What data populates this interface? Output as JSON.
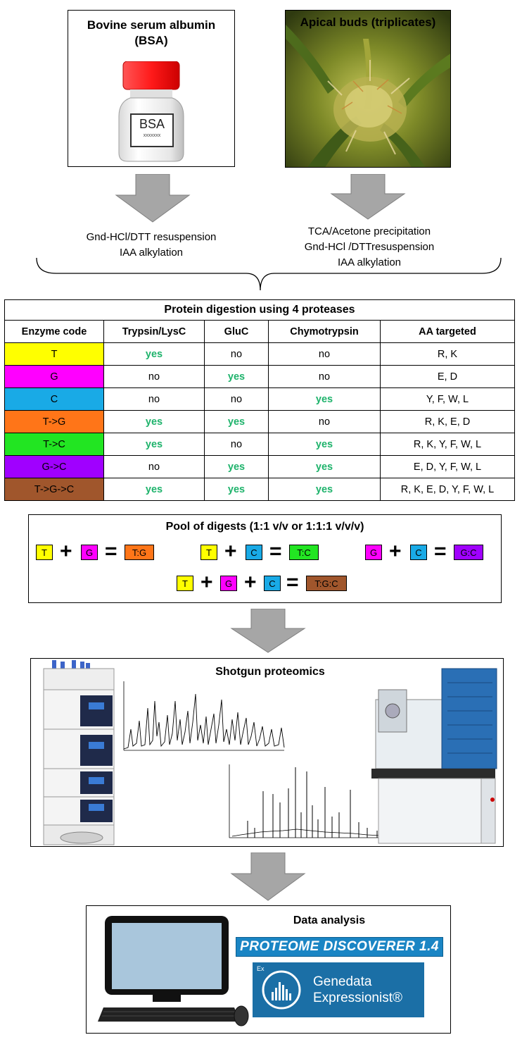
{
  "bsa_box": {
    "title_line1": "Bovine serum albumin",
    "title_line2": "(BSA)",
    "bottle_label": "BSA",
    "bottle_sublabel": "xxxxxxx"
  },
  "buds_box": {
    "title": "Apical buds (triplicates)"
  },
  "bsa_steps": [
    "Gnd-HCl/DTT resuspension",
    "IAA alkylation"
  ],
  "buds_steps": [
    "TCA/Acetone precipitation",
    "Gnd-HCl /DTTresuspension",
    "IAA alkylation"
  ],
  "digestion": {
    "caption": "Protein digestion using 4 proteases",
    "headers": [
      "Enzyme code",
      "Trypsin/LysC",
      "GluC",
      "Chymotrypsin",
      "AA targeted"
    ],
    "rows": [
      {
        "code": "T",
        "color": "#ffff00",
        "trypsin": "yes",
        "gluc": "no",
        "chymo": "no",
        "aa": "R, K"
      },
      {
        "code": "G",
        "color": "#ff00ff",
        "trypsin": "no",
        "gluc": "yes",
        "chymo": "no",
        "aa": "E, D"
      },
      {
        "code": "C",
        "color": "#19aae6",
        "trypsin": "no",
        "gluc": "no",
        "chymo": "yes",
        "aa": "Y, F, W, L"
      },
      {
        "code": "T->G",
        "color": "#ff7518",
        "trypsin": "yes",
        "gluc": "yes",
        "chymo": "no",
        "aa": "R, K, E, D"
      },
      {
        "code": "T->C",
        "color": "#22e522",
        "trypsin": "yes",
        "gluc": "no",
        "chymo": "yes",
        "aa": "R, K, Y, F, W, L"
      },
      {
        "code": "G->C",
        "color": "#a000ff",
        "trypsin": "no",
        "gluc": "yes",
        "chymo": "yes",
        "aa": "E, D, Y, F, W, L"
      },
      {
        "code": "T->G->C",
        "color": "#a0562c",
        "trypsin": "yes",
        "gluc": "yes",
        "chymo": "yes",
        "aa": "R, K, E, D, Y, F, W, L"
      }
    ]
  },
  "pool": {
    "title": "Pool of digests (1:1 v/v or 1:1:1 v/v/v)",
    "chip_t": "T",
    "chip_g": "G",
    "chip_c": "C",
    "result_tg": "T:G",
    "result_tc": "T:C",
    "result_gc": "G:C",
    "result_tgc": "T:G:C",
    "plus": "+",
    "equals": "="
  },
  "shotgun": {
    "title": "Shotgun proteomics"
  },
  "analysis": {
    "title": "Data analysis",
    "pd_label": "PROTEOME DISCOVERER 1.4",
    "ex_badge": "Ex",
    "genedata_line1": "Genedata",
    "genedata_line2": "Expressionist®"
  },
  "colors": {
    "yes_green": "#1fb36c",
    "arrow_gray": "#a6a6a6",
    "bottle_cap": "#ff2a2a",
    "pd_blue": "#1a85c4",
    "genedata_blue": "#1b6fa6"
  }
}
